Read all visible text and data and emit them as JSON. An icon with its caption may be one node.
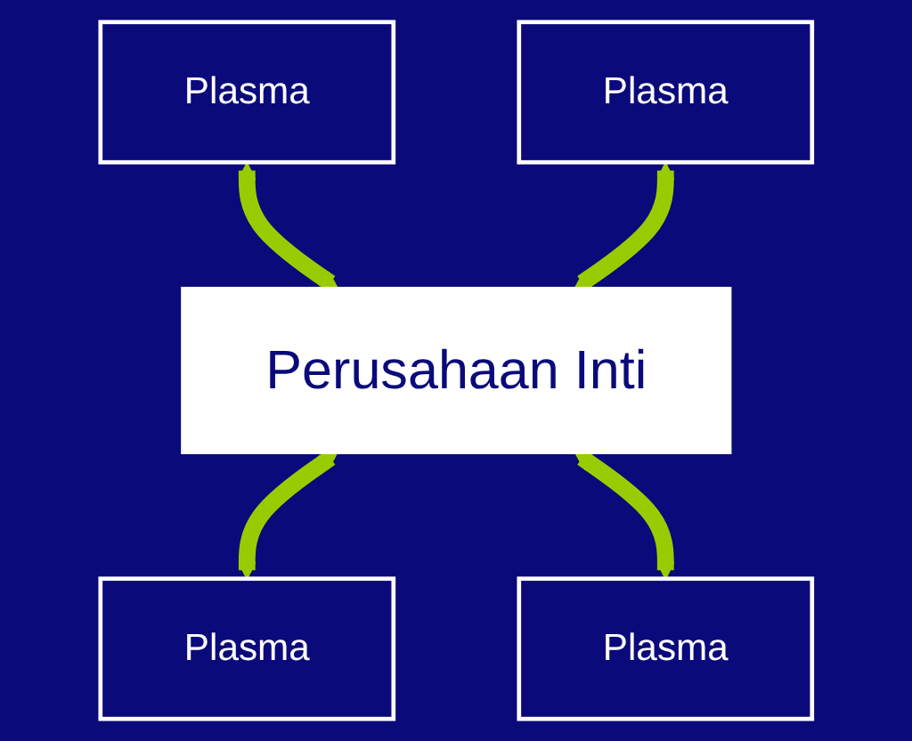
{
  "diagram": {
    "nodes": [
      {
        "text": [
          "Plasma"
        ]
      },
      {
        "text": [
          "Plasma"
        ]
      },
      {
        "text": [
          "Perusahaan Inti"
        ]
      },
      {
        "text": [
          "Plasma"
        ]
      },
      {
        "text": [
          "Plasma"
        ]
      }
    ],
    "edges": [
      {
        "from": 0,
        "to": 2,
        "arrow": "both"
      },
      {
        "from": 1,
        "to": 2,
        "arrow": "both"
      },
      {
        "from": 2,
        "to": 3,
        "arrow": "both"
      },
      {
        "from": 2,
        "to": 4,
        "arrow": "both"
      }
    ]
  }
}
